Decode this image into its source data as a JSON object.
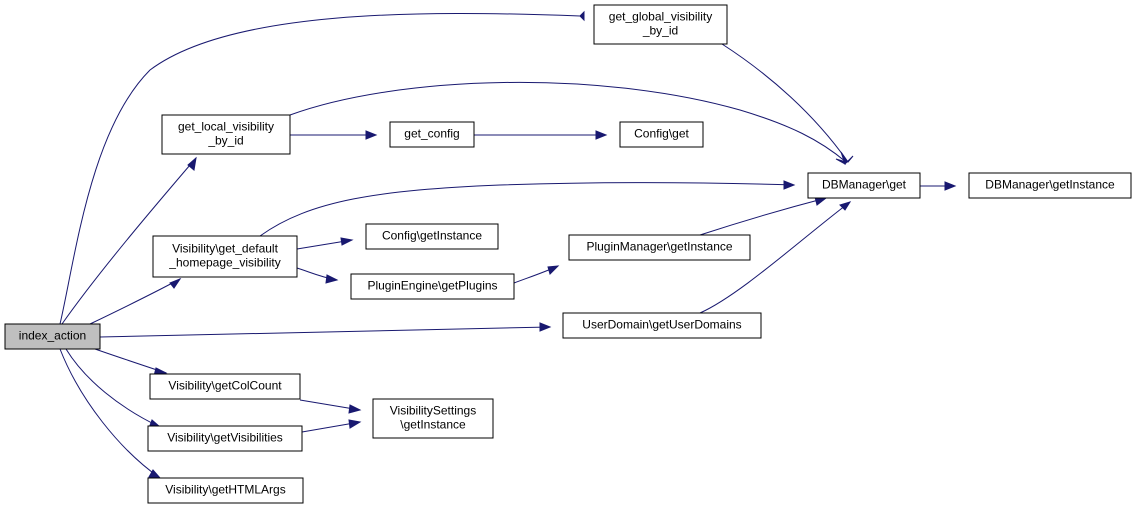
{
  "nodes": {
    "index_action": {
      "lines": [
        "index_action"
      ],
      "root": true
    },
    "get_global_visibility_by_id": {
      "lines": [
        "get_global_visibility",
        "_by_id"
      ]
    },
    "get_local_visibility_by_id": {
      "lines": [
        "get_local_visibility",
        "_by_id"
      ]
    },
    "get_config": {
      "lines": [
        "get_config"
      ]
    },
    "config_get": {
      "lines": [
        "Config\\get"
      ]
    },
    "dbmanager_get": {
      "lines": [
        "DBManager\\get"
      ]
    },
    "dbmanager_getinstance": {
      "lines": [
        "DBManager\\getInstance"
      ]
    },
    "get_default_homepage_visibility": {
      "lines": [
        "Visibility\\get_default",
        "_homepage_visibility"
      ]
    },
    "config_getinstance": {
      "lines": [
        "Config\\getInstance"
      ]
    },
    "pluginengine_getplugins": {
      "lines": [
        "PluginEngine\\getPlugins"
      ]
    },
    "pluginmanager_getinstance": {
      "lines": [
        "PluginManager\\getInstance"
      ]
    },
    "userdomain_getuserdomains": {
      "lines": [
        "UserDomain\\getUserDomains"
      ]
    },
    "visibility_getcolcount": {
      "lines": [
        "Visibility\\getColCount"
      ]
    },
    "visibility_getvisibilities": {
      "lines": [
        "Visibility\\getVisibilities"
      ]
    },
    "visibilitysettings_getinstance": {
      "lines": [
        "VisibilitySettings",
        "\\getInstance"
      ]
    },
    "visibility_gethtmlargs": {
      "lines": [
        "Visibility\\getHTMLArgs"
      ]
    }
  },
  "edges": [
    {
      "from": "index_action",
      "to": "get_global_visibility_by_id"
    },
    {
      "from": "index_action",
      "to": "get_local_visibility_by_id"
    },
    {
      "from": "index_action",
      "to": "get_default_homepage_visibility"
    },
    {
      "from": "index_action",
      "to": "userdomain_getuserdomains"
    },
    {
      "from": "index_action",
      "to": "visibility_getcolcount"
    },
    {
      "from": "index_action",
      "to": "visibility_getvisibilities"
    },
    {
      "from": "index_action",
      "to": "visibility_gethtmlargs"
    },
    {
      "from": "get_global_visibility_by_id",
      "to": "dbmanager_get"
    },
    {
      "from": "get_local_visibility_by_id",
      "to": "dbmanager_get"
    },
    {
      "from": "get_local_visibility_by_id",
      "to": "get_config"
    },
    {
      "from": "get_config",
      "to": "config_get"
    },
    {
      "from": "dbmanager_get",
      "to": "dbmanager_getinstance"
    },
    {
      "from": "get_default_homepage_visibility",
      "to": "dbmanager_get"
    },
    {
      "from": "get_default_homepage_visibility",
      "to": "config_getinstance"
    },
    {
      "from": "get_default_homepage_visibility",
      "to": "pluginengine_getplugins"
    },
    {
      "from": "pluginengine_getplugins",
      "to": "pluginmanager_getinstance"
    },
    {
      "from": "pluginmanager_getinstance",
      "to": "dbmanager_get"
    },
    {
      "from": "userdomain_getuserdomains",
      "to": "dbmanager_get"
    },
    {
      "from": "visibility_getcolcount",
      "to": "visibilitysettings_getinstance"
    },
    {
      "from": "visibility_getvisibilities",
      "to": "visibilitysettings_getinstance"
    }
  ],
  "colors": {
    "edge": "#191970",
    "root_fill": "#bfbfbf",
    "node_fill": "#ffffff",
    "node_border": "#000000"
  }
}
